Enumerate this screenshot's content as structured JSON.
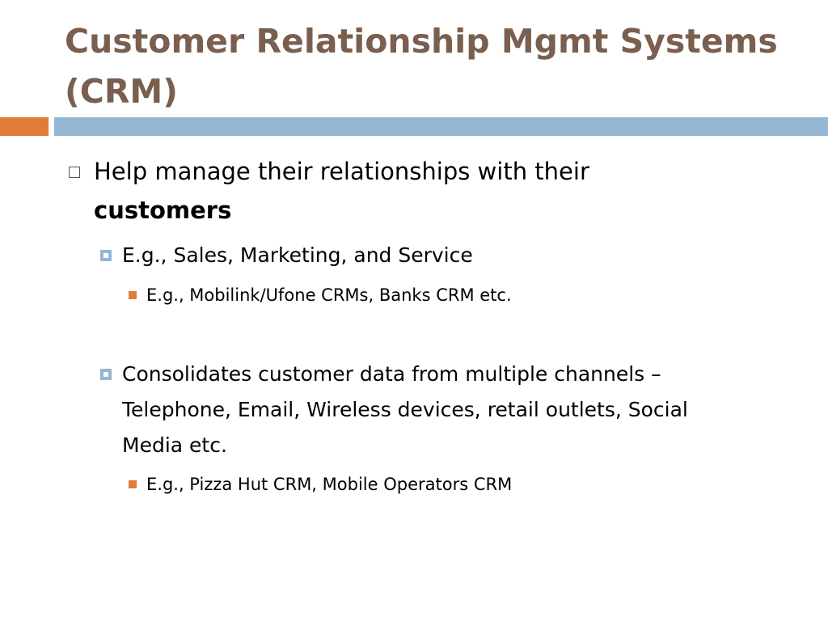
{
  "slide": {
    "title_line1": "Customer Relationship Mgmt Systems",
    "title_line2": "(CRM)",
    "colors": {
      "title": "#7a5f4f",
      "accent_orange": "#e07b39",
      "accent_blue": "#94b6d2"
    },
    "bullets": {
      "b1_text": "Help manage their relationships with their",
      "b1_bold": "customers",
      "b1_1": "E.g., Sales, Marketing, and Service",
      "b1_1_1": "E.g., Mobilink/Ufone CRMs, Banks CRM etc.",
      "b1_2_line1": "Consolidates customer data from multiple channels –",
      "b1_2_line2": "Telephone, Email, Wireless devices, retail outlets, Social",
      "b1_2_line3": "Media etc.",
      "b1_2_1": "E.g., Pizza Hut CRM, Mobile Operators CRM"
    }
  }
}
